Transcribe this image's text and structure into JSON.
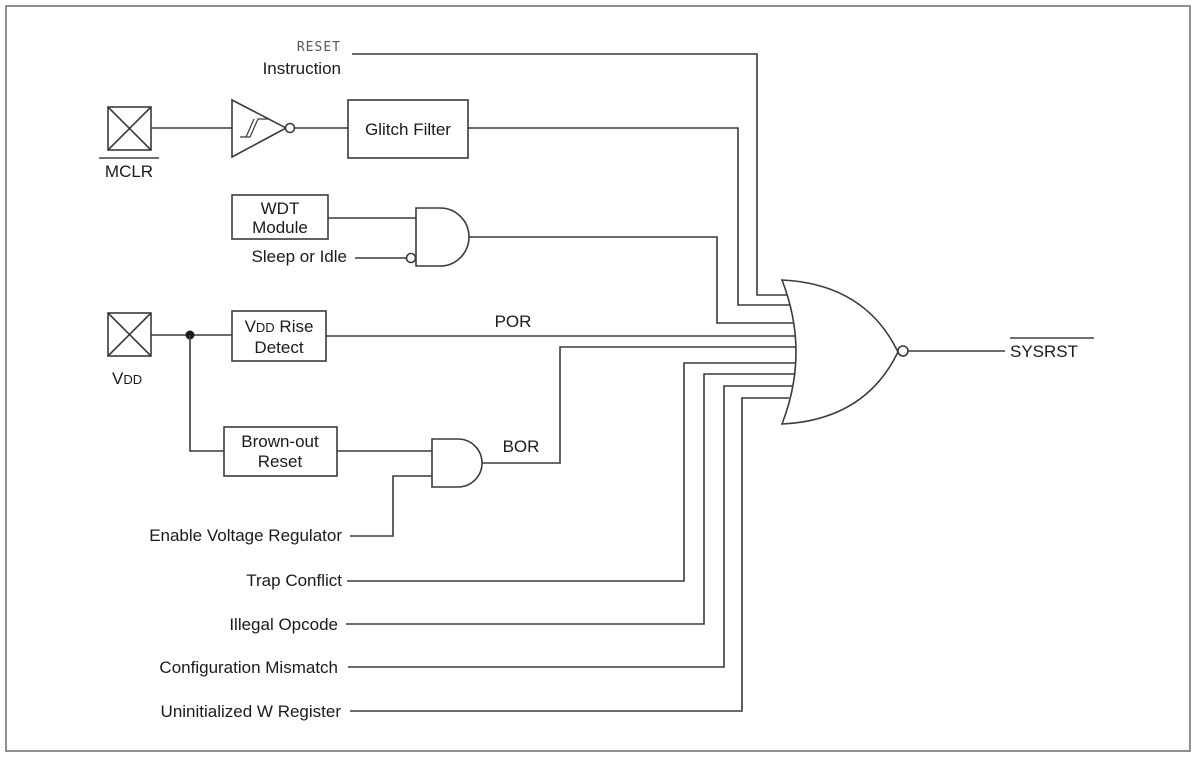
{
  "labels": {
    "reset_top": "RESET",
    "reset_instruction": "Instruction",
    "mclr": "MCLR",
    "glitch_filter": "Glitch Filter",
    "wdt_line1": "WDT",
    "wdt_line2": "Module",
    "sleep_idle": "Sleep or Idle",
    "vdd_pin": "VDD",
    "vdd_rise_line1": "VDD Rise",
    "vdd_rise_line2": "Detect",
    "por": "POR",
    "brownout_line1": "Brown-out",
    "brownout_line2": "Reset",
    "bor": "BOR",
    "enable_vreg": "Enable Voltage Regulator",
    "trap_conflict": "Trap Conflict",
    "illegal_opcode": "Illegal Opcode",
    "config_mismatch": "Configuration Mismatch",
    "uninit_w": "Uninitialized W Register",
    "sysrst": "SYSRST"
  }
}
